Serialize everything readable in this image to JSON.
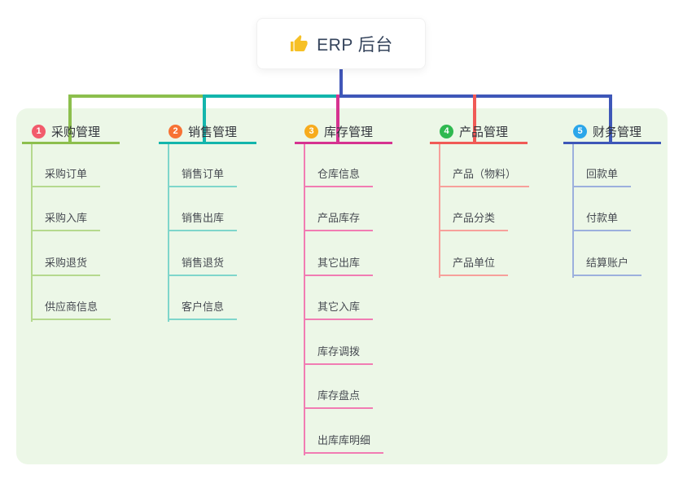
{
  "root": {
    "title": "ERP 后台",
    "icon": "thumbs-up-icon",
    "icon_color": "#f6c026",
    "connector_color": "#4156b8"
  },
  "canvas": {
    "background": "#ffffff",
    "panel_background": "#ecf7e7"
  },
  "branches": [
    {
      "badge": "1",
      "badge_color": "#f25b6c",
      "label": "采购管理",
      "accent": "#8cbf4d",
      "child_accent": "#b5d98e",
      "children": [
        "采购订单",
        "采购入库",
        "采购退货",
        "供应商信息"
      ]
    },
    {
      "badge": "2",
      "badge_color": "#f77234",
      "label": "销售管理",
      "accent": "#13b5ac",
      "child_accent": "#7fd6cb",
      "children": [
        "销售订单",
        "销售出库",
        "销售退货",
        "客户信息"
      ]
    },
    {
      "badge": "3",
      "badge_color": "#f7ab1d",
      "label": "库存管理",
      "accent": "#d63390",
      "child_accent": "#f17cb3",
      "children": [
        "仓库信息",
        "产品库存",
        "其它出库",
        "其它入库",
        "库存调拨",
        "库存盘点",
        "出库库明细"
      ]
    },
    {
      "badge": "4",
      "badge_color": "#2fb950",
      "label": "产品管理",
      "accent": "#f05a56",
      "child_accent": "#f7a09b",
      "children": [
        "产品（物料）",
        "产品分类",
        "产品单位"
      ]
    },
    {
      "badge": "5",
      "badge_color": "#2ba6ea",
      "label": "财务管理",
      "accent": "#3e57b8",
      "child_accent": "#9cb0dd",
      "children": [
        "回款单",
        "付款单",
        "结算账户"
      ]
    }
  ]
}
